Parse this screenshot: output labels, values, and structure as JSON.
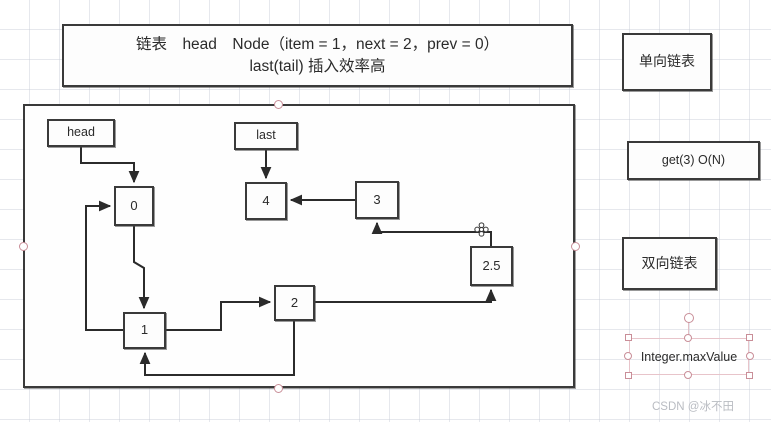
{
  "app": {
    "background": "#ffffff",
    "grid_color": "#c8cdd7",
    "stroke_color": "#3a3a3a",
    "selection_color": "#c98e98"
  },
  "banner": {
    "line1": "链表　head　Node（item = 1，next = 2，prev = 0）",
    "line2": "last(tail)  插入效率高"
  },
  "diagram": {
    "pointers": [
      {
        "id": "head",
        "label": "head"
      },
      {
        "id": "last",
        "label": "last"
      }
    ],
    "nodes": [
      {
        "id": "n0",
        "label": "0"
      },
      {
        "id": "n1",
        "label": "1"
      },
      {
        "id": "n2",
        "label": "2"
      },
      {
        "id": "n25",
        "label": "2.5"
      },
      {
        "id": "n3",
        "label": "3"
      },
      {
        "id": "n4",
        "label": "4"
      }
    ],
    "edges": [
      {
        "from": "head",
        "to": "n0",
        "kind": "pointer"
      },
      {
        "from": "last",
        "to": "n4",
        "kind": "pointer"
      },
      {
        "from": "n0",
        "to": "n1",
        "kind": "next"
      },
      {
        "from": "n1",
        "to": "n0",
        "kind": "prev"
      },
      {
        "from": "n1",
        "to": "n2",
        "kind": "next"
      },
      {
        "from": "n2",
        "to": "n1",
        "kind": "prev"
      },
      {
        "from": "n2",
        "to": "n25",
        "kind": "next"
      },
      {
        "from": "n25",
        "to": "n3",
        "kind": "next"
      },
      {
        "from": "n3",
        "to": "n4",
        "kind": "next"
      }
    ],
    "move_handle": "move-cursor-icon"
  },
  "side_panels": [
    {
      "id": "single",
      "label": "单向链表"
    },
    {
      "id": "get",
      "label": "get(3)  O(N)"
    },
    {
      "id": "double",
      "label": "双向链表"
    }
  ],
  "selected_object": {
    "label": "Integer.maxValue",
    "handles": [
      "top-left",
      "top-center",
      "top-right",
      "mid-left",
      "mid-right",
      "bottom-left",
      "bottom-center",
      "bottom-right",
      "rotate"
    ]
  },
  "watermark": {
    "text": "CSDN @冰不田"
  }
}
